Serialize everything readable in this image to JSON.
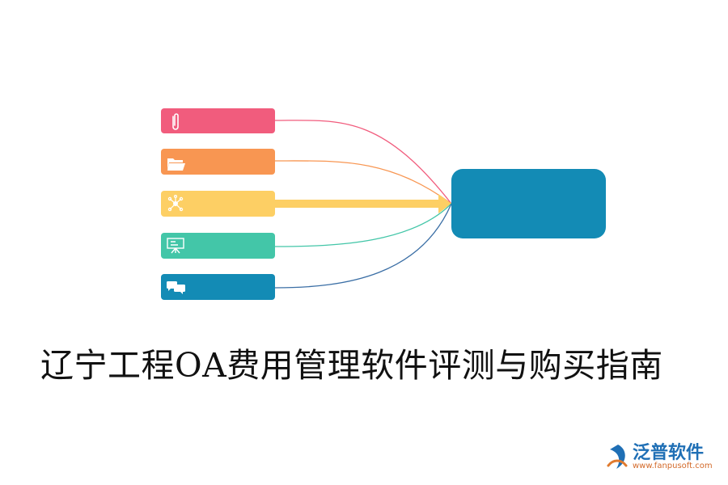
{
  "title": "辽宁工程OA费用管理软件评测与购买指南",
  "nodes": [
    {
      "icon": "paperclip-icon",
      "color": "#f15c7d"
    },
    {
      "icon": "folder-icon",
      "color": "#f89652"
    },
    {
      "icon": "network-icon",
      "color": "#fdcf64"
    },
    {
      "icon": "presentation-icon",
      "color": "#43c6a8"
    },
    {
      "icon": "chat-icon",
      "color": "#138bb5"
    }
  ],
  "target_color": "#138bb5",
  "logo": {
    "name": "泛普软件",
    "url": "www.fanpusoft.com"
  }
}
